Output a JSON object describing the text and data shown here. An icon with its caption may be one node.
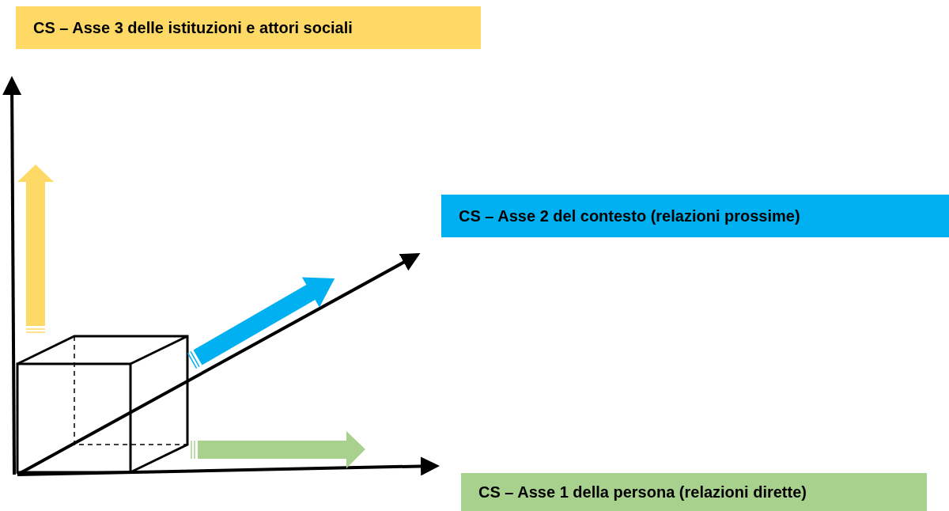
{
  "diagram": {
    "nodes": [
      {
        "text": [
          "CS – Asse 3 delle istituzioni e attori sociali"
        ]
      },
      {
        "text": [
          "CS – Asse 2 del contesto (relazioni prossime)"
        ]
      },
      {
        "text": [
          "CS – Asse 1 della persona (relazioni dirette)"
        ]
      }
    ]
  }
}
